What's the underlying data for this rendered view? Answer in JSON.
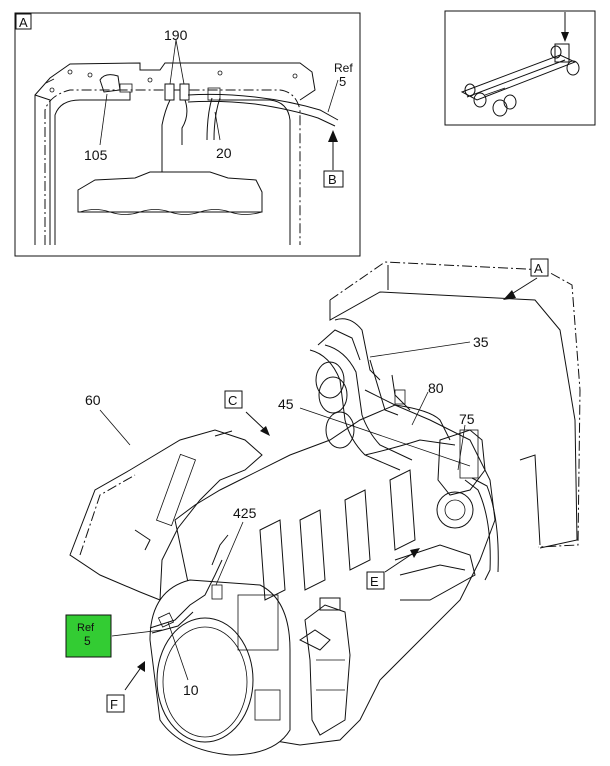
{
  "colors": {
    "line": "#111111",
    "background": "#ffffff",
    "highlight": "#33cc33"
  },
  "inset_a": {
    "label": "A",
    "callouts": {
      "c190": "190",
      "c105": "105",
      "c20": "20",
      "ref_label": "Ref",
      "ref_num": "5"
    },
    "view_arrow_label": "B"
  },
  "locator": {
    "description_icon": "truck-chassis-icon"
  },
  "main": {
    "view_labels": {
      "a": "A",
      "c": "C",
      "e": "E",
      "f": "F"
    },
    "callouts": {
      "c35": "35",
      "c80": "80",
      "c45": "45",
      "c75": "75",
      "c60": "60",
      "c425": "425",
      "c10": "10"
    },
    "highlight_ref": {
      "label": "Ref",
      "num": "5"
    }
  }
}
